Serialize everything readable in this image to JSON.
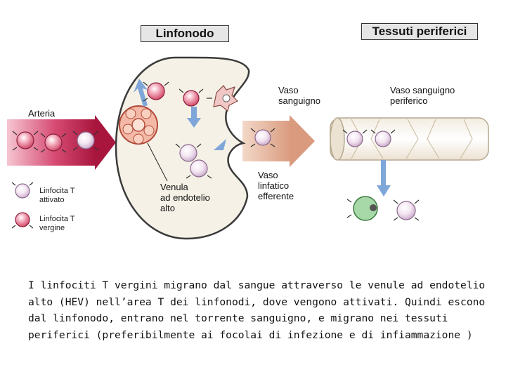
{
  "titles": {
    "lymph_node": "Linfonodo",
    "peripheral_tissues": "Tessuti periferici"
  },
  "labels": {
    "artery": "Arteria",
    "blood_vessel": [
      "Vaso",
      "sanguigno"
    ],
    "peripheral_blood_vessel": [
      "Vaso sanguigno",
      "periferico"
    ],
    "lymphatic_vessel": [
      "Vaso",
      "linfatico",
      "efferente"
    ],
    "hev": [
      "Venula",
      "ad endotelio",
      "alto"
    ]
  },
  "legend": {
    "activated": [
      "Linfocita T",
      "attivato"
    ],
    "naive": [
      "Linfocita T",
      "vergine"
    ]
  },
  "caption": [
    "I linfociti T vergini migrano dal sangue attraverso le venule ad endotelio",
    "alto (HEV) nell’area T dei linfonodi, dove vengono attivati. Quindi escono",
    "dal linfonodo, entrano nel torrente sanguigno, e migrano nei tessuti",
    "periferici (preferibilmente ai focolai di infezione e di infiammazione )"
  ],
  "colors": {
    "artery": "#c8285a",
    "efferent_arrow": "#e7b7a2",
    "naive_cell": "#d9506e",
    "activated_cell": "#f0d8ec",
    "flow_arrow": "#7fa6d8",
    "apc_cell": "#a7d8a8"
  }
}
